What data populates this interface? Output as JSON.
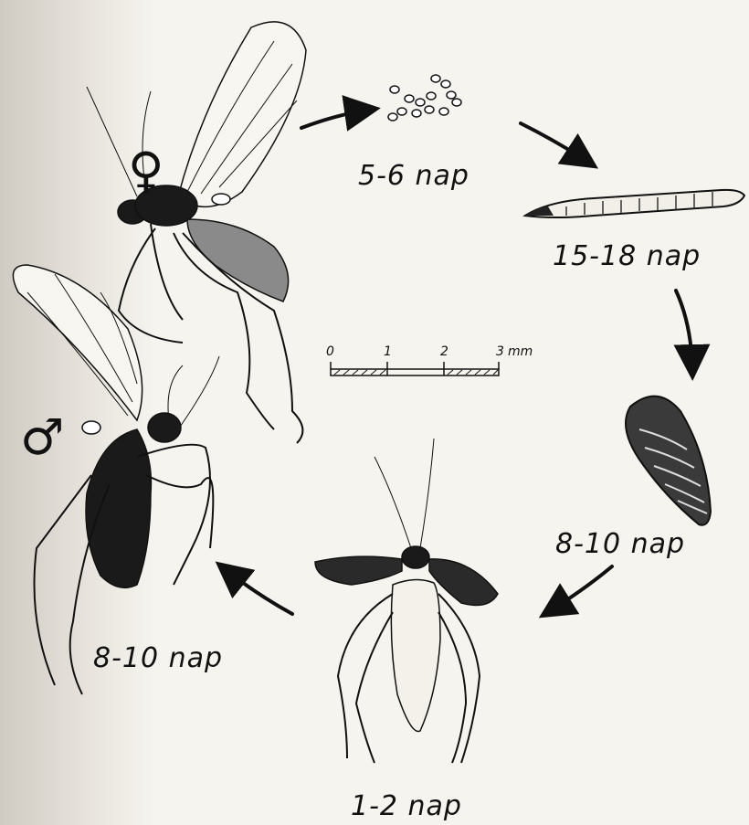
{
  "female_symbol": "♀",
  "male_symbol": "♂",
  "stages": [
    {
      "name": "eggs",
      "duration": "5-6 nap"
    },
    {
      "name": "larva",
      "duration": "15-18 nap"
    },
    {
      "name": "pupa",
      "duration": "8-10 nap"
    },
    {
      "name": "adult-emerging",
      "duration": "1-2 nap"
    },
    {
      "name": "adult",
      "duration": "8-10 nap"
    }
  ],
  "scale_bar": {
    "ticks": [
      "0",
      "1",
      "2",
      "3"
    ],
    "unit": "mm"
  },
  "colors": {
    "ink": "#111111",
    "paper": "#f6f4ef"
  }
}
